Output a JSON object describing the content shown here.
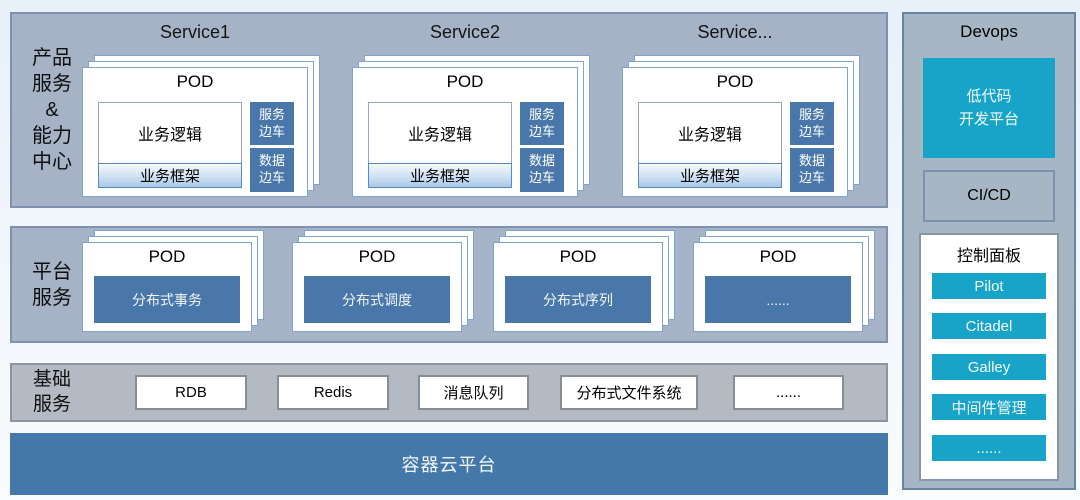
{
  "palette": {
    "band_bg": "#a6b3c7",
    "band_border": "#7e92af",
    "base_band_bg": "#b4bac3",
    "base_band_border": "#8e949d",
    "steel_blue": "#4a77a9",
    "container_bar_blue": "#4578aa",
    "teal": "#18a4c8",
    "pod_card_border": "#7fa3cf",
    "framework_gradient_bottom": "#a9c8e8"
  },
  "bands": {
    "products": {
      "label": "产品\n服务\n&\n能力\n中心",
      "services": [
        {
          "name": "Service1",
          "pod_label": "POD",
          "logic": "业务逻辑",
          "framework": "业务框架",
          "sidecar_service": "服务\n边车",
          "sidecar_data": "数据\n边车"
        },
        {
          "name": "Service2",
          "pod_label": "POD",
          "logic": "业务逻辑",
          "framework": "业务框架",
          "sidecar_service": "服务\n边车",
          "sidecar_data": "数据\n边车"
        },
        {
          "name": "Service...",
          "pod_label": "POD",
          "logic": "业务逻辑",
          "framework": "业务框架",
          "sidecar_service": "服务\n边车",
          "sidecar_data": "数据\n边车"
        }
      ]
    },
    "platform": {
      "label": "平台\n服务",
      "pods": [
        {
          "pod_label": "POD",
          "content": "分布式事务"
        },
        {
          "pod_label": "POD",
          "content": "分布式调度"
        },
        {
          "pod_label": "POD",
          "content": "分布式序列"
        },
        {
          "pod_label": "POD",
          "content": "......"
        }
      ]
    },
    "base": {
      "label": "基础\n服务",
      "items": [
        "RDB",
        "Redis",
        "消息队列",
        "分布式文件系统",
        "......"
      ]
    },
    "container_platform": "容器云平台"
  },
  "devops": {
    "title": "Devops",
    "lowcode": "低代码\n开发平台",
    "cicd": "CI/CD",
    "control_panel": {
      "title": "控制面板",
      "buttons": [
        "Pilot",
        "Citadel",
        "Galley",
        "中间件管理",
        "......"
      ]
    }
  }
}
